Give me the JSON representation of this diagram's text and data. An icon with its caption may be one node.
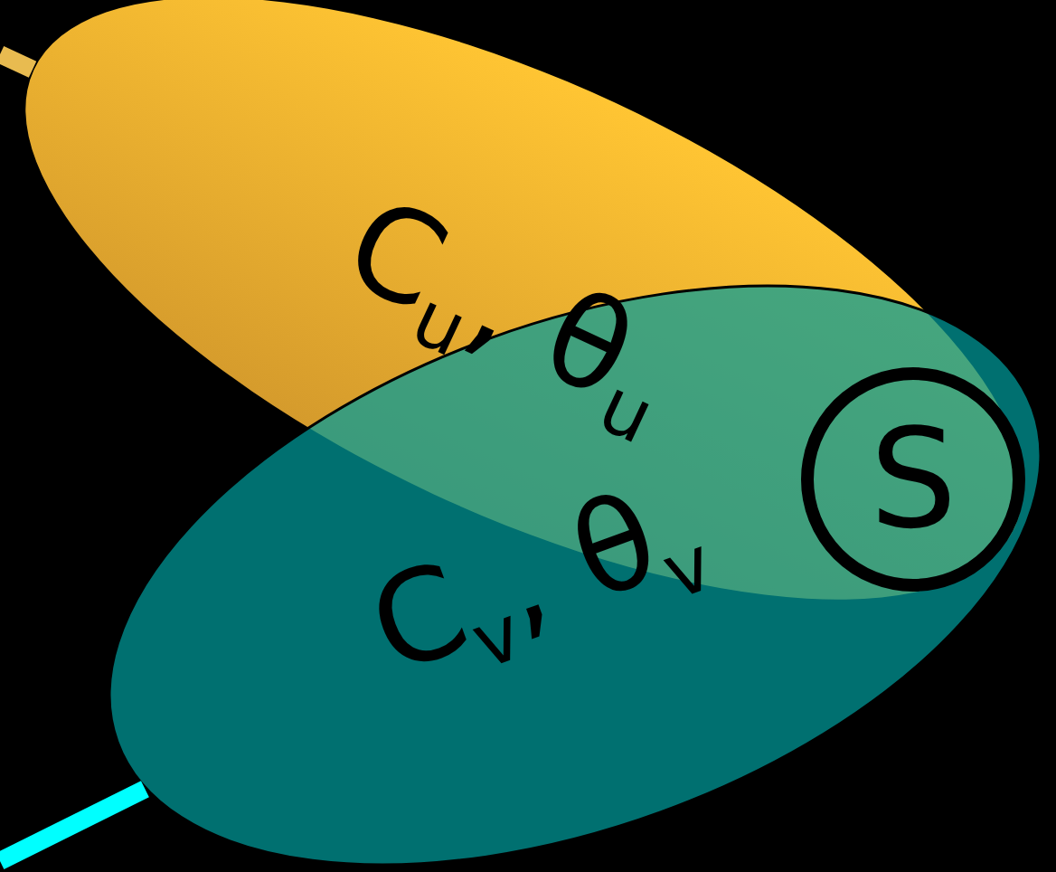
{
  "diagram": {
    "nodes": [
      {
        "text": [
          "C$_{u}$, θ$_{u}$"
        ]
      },
      {
        "text": [
          "C$_{v}$, θ$_{v}$"
        ]
      },
      {
        "text": [
          "S"
        ]
      }
    ],
    "edges": [
      {
        "from": null,
        "to": 0,
        "arrow": "none",
        "color": "#e8bb50"
      },
      {
        "from": null,
        "to": 1,
        "arrow": "none",
        "color": "#00ffff"
      }
    ]
  }
}
